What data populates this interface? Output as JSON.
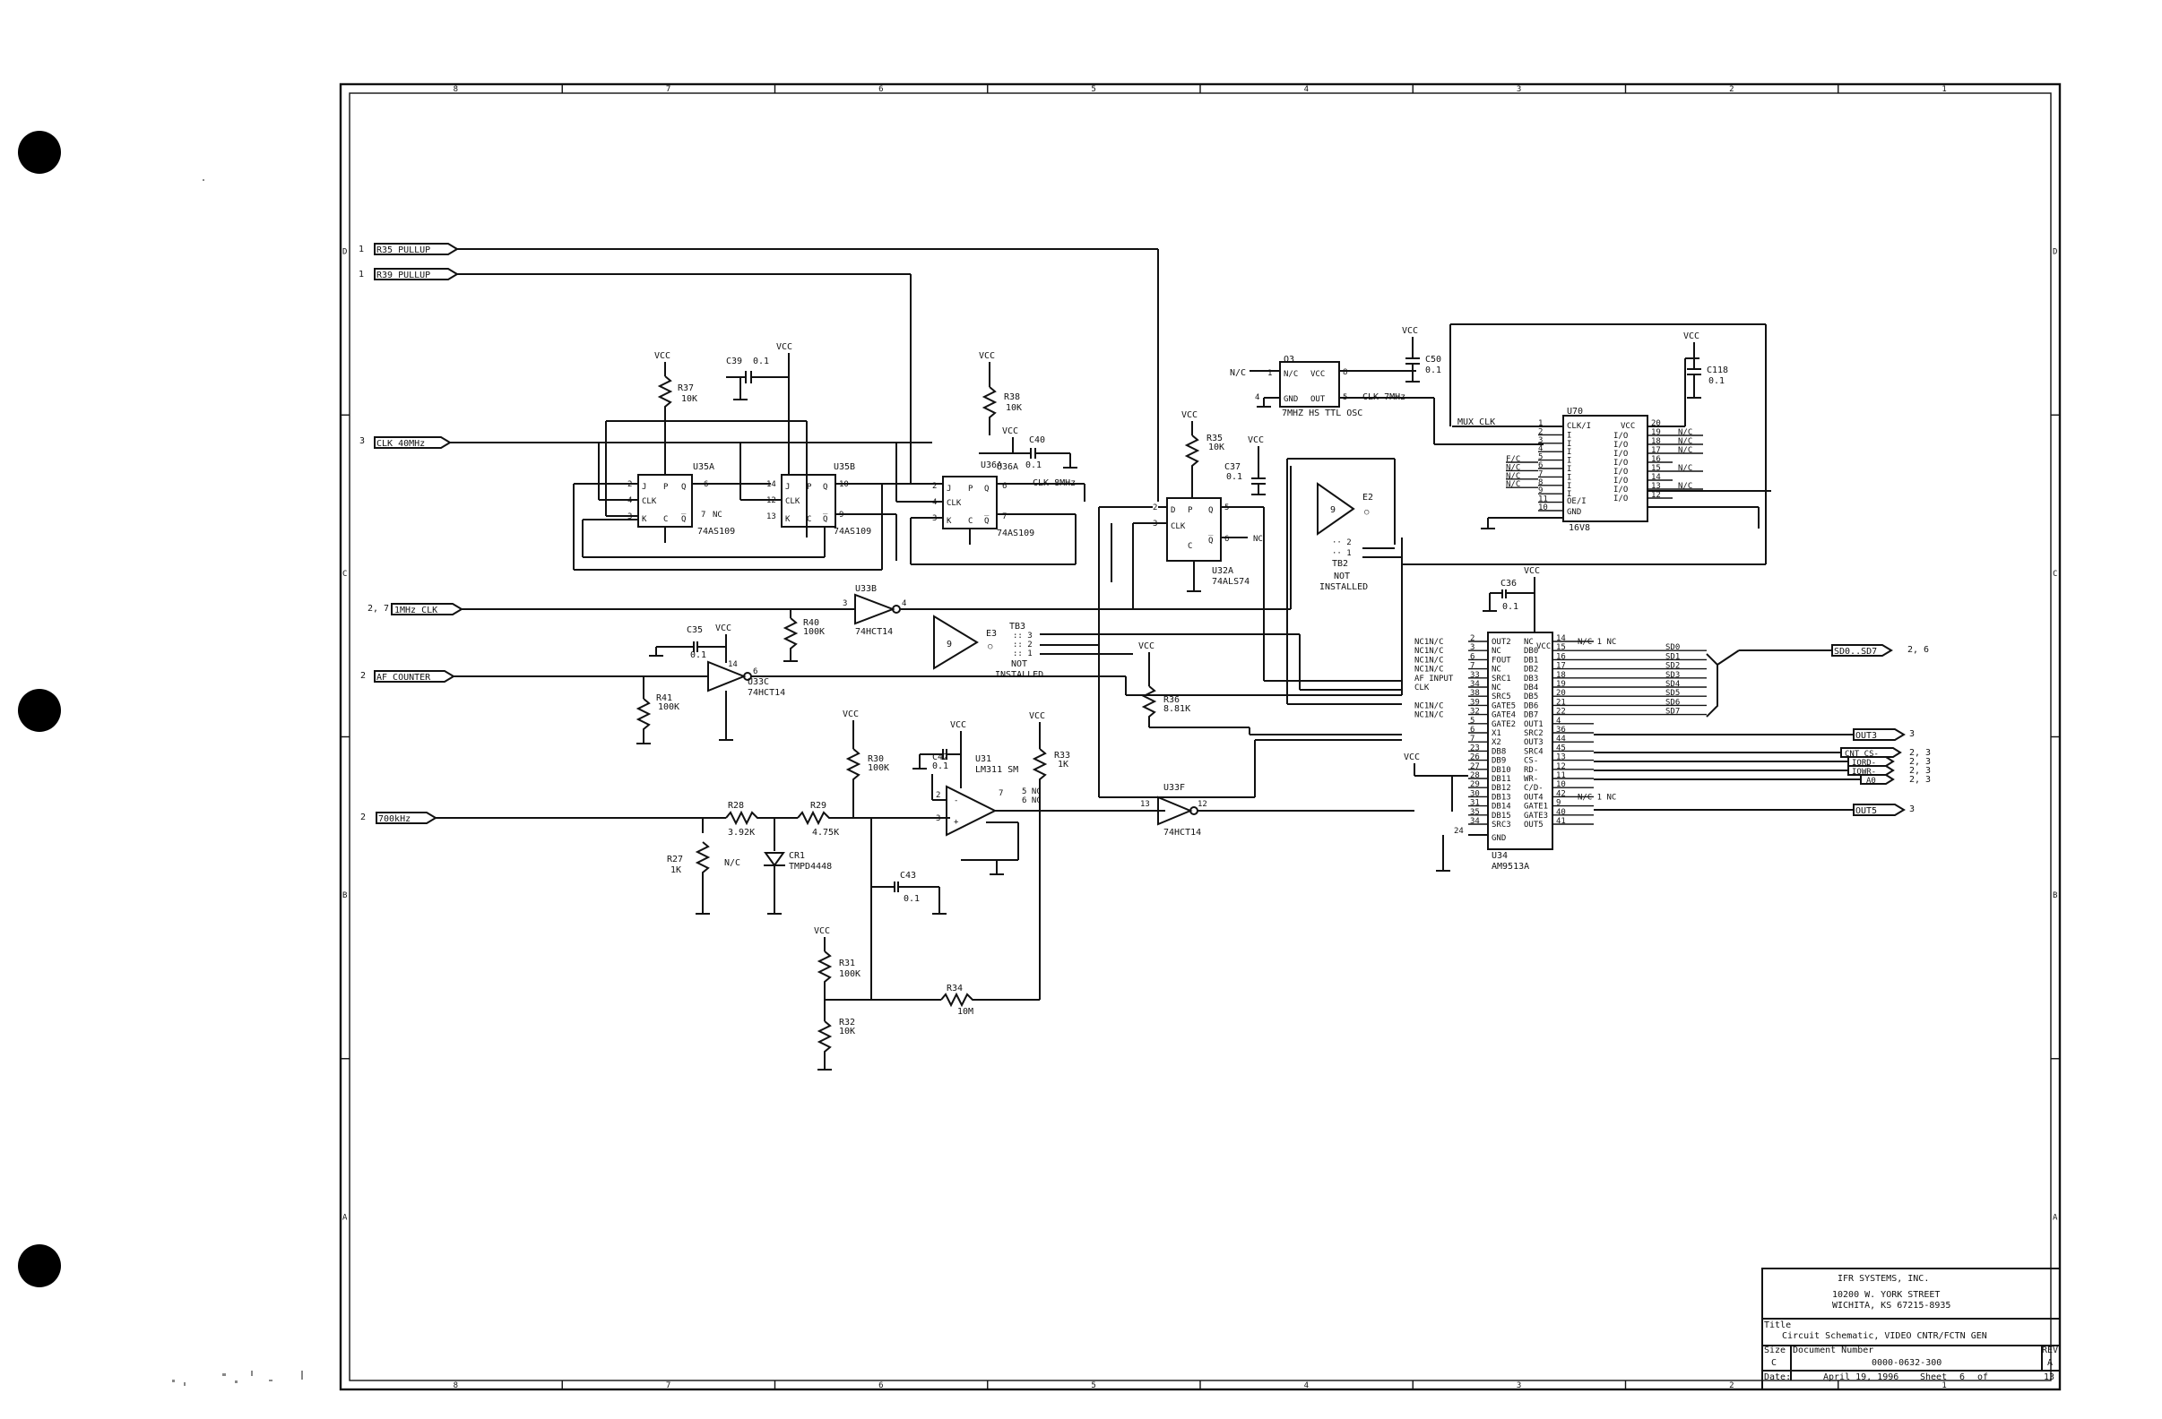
{
  "border": {
    "cols": [
      "8",
      "7",
      "6",
      "5",
      "4",
      "3",
      "2",
      "1"
    ],
    "rows": [
      "D",
      "C",
      "B",
      "A"
    ]
  },
  "offsheet": {
    "r35": {
      "num": "1",
      "label": "R35 PULLUP"
    },
    "r39": {
      "num": "1",
      "label": "R39 PULLUP"
    },
    "clk40": {
      "num": "3",
      "label": "CLK 40MHz"
    },
    "mhz1": {
      "num": "2, 7",
      "label": "1MHz CLK"
    },
    "af": {
      "num": "2",
      "label": "AF COUNTER"
    },
    "k700": {
      "num": "2",
      "label": "700kHz"
    },
    "sd": {
      "label": "SD0..SD7",
      "num": "2, 6"
    },
    "out3": {
      "label": "OUT3",
      "num": "3"
    },
    "cnt_cs": {
      "label": "CNT CS-",
      "num": "2, 3"
    },
    "ior": {
      "label": "IORD-",
      "num": "2, 3"
    },
    "iow": {
      "label": "IOWR-",
      "num": "2, 3"
    },
    "a0": {
      "label": "A0",
      "num": "2, 3"
    },
    "out5": {
      "label": "OUT5",
      "num": "3"
    }
  },
  "parts": {
    "vcc": "VCC",
    "r37": {
      "ref": "R37",
      "val": "10K"
    },
    "c39": {
      "ref": "C39",
      "val": "0.1"
    },
    "r38": {
      "ref": "R38",
      "val": "10K"
    },
    "c40": {
      "ref": "C40",
      "val": "0.1"
    },
    "u35a": {
      "ref": "U35A",
      "type": "74AS109"
    },
    "u35b": {
      "ref": "U35B",
      "type": "74AS109"
    },
    "u36a": {
      "ref": "U36A",
      "type": "74AS109"
    },
    "clk8": "CLK 8MHz",
    "r35": {
      "ref": "R35",
      "val": "10K"
    },
    "c37": {
      "ref": "C37",
      "val": "0.1"
    },
    "u32a": {
      "ref": "U32A",
      "type": "74ALS74"
    },
    "nc": "NC",
    "q3": {
      "ref": "Q3",
      "nc": "N/C",
      "vcc": "VCC",
      "gnd": "GND",
      "out": "OUT",
      "desc": "7MHZ HS TTL OSC",
      "clk": "CLK 7MHz"
    },
    "c50": {
      "ref": "C50",
      "val": "0.1"
    },
    "c118": {
      "ref": "C118",
      "val": "0.1"
    },
    "e2": {
      "ref": "E2",
      "num": "9"
    },
    "e2_jumper": {
      "ref": "TB2",
      "note1": "NOT",
      "note2": "INSTALLED"
    },
    "u70": {
      "ref": "U70",
      "type": "16V8",
      "clk": "CLK/I",
      "vcc": "VCC",
      "oe": "OE/I",
      "gnd": "GND",
      "io": "I/O",
      "i": "I",
      "nc": "N/C",
      "muxclk": "MUX CLK"
    },
    "c36": {
      "ref": "C36",
      "val": "0.1"
    },
    "u33b": {
      "ref": "U33B",
      "type": "74HCT14"
    },
    "r40": {
      "ref": "R40",
      "val": "100K"
    },
    "e3": {
      "ref": "E3",
      "num": "9"
    },
    "e3_jumper": {
      "ref": "TB3",
      "note1": "NOT",
      "note2": "INSTALLED"
    },
    "c35": {
      "ref": "C35",
      "val": "0.1"
    },
    "u33c": {
      "ref": "U33C",
      "type": "74HCT14"
    },
    "r41": {
      "ref": "R41",
      "val": "100K"
    },
    "r36": {
      "ref": "R36",
      "val": "8.81K"
    },
    "r28": {
      "ref": "R28",
      "val": "3.92K"
    },
    "r29": {
      "ref": "R29",
      "val": "4.75K"
    },
    "r27": {
      "ref": "R27",
      "val": "1K"
    },
    "cr1": {
      "ref": "CR1",
      "type": "TMPD4448",
      "nc": "N/C"
    },
    "r30": {
      "ref": "R30",
      "val": "100K"
    },
    "c42": {
      "ref": "C42",
      "val": "0.1"
    },
    "u31": {
      "ref": "U31",
      "type": "LM311 SM"
    },
    "r33": {
      "ref": "R33",
      "val": "1K"
    },
    "c43": {
      "ref": "C43",
      "val": "0.1"
    },
    "u33f": {
      "ref": "U33F",
      "type": "74HCT14"
    },
    "r31": {
      "ref": "R31",
      "val": "100K"
    },
    "r32": {
      "ref": "R32",
      "val": "10K"
    },
    "r34": {
      "ref": "R34",
      "val": "10M"
    },
    "u34": {
      "ref": "U34",
      "type": "AM9513A",
      "gnd": "GND"
    }
  },
  "u34_left": [
    {
      "pre": "NC1N/C",
      "pin": "2",
      "name": "OUT2"
    },
    {
      "pre": "NC1N/C",
      "pin": "3",
      "name": "NC"
    },
    {
      "pre": "NC1N/C",
      "pin": "6",
      "name": "FOUT"
    },
    {
      "pre": "NC1N/C",
      "pin": "7",
      "name": "NC"
    },
    {
      "pre": "AF INPUT",
      "pin": "33",
      "name": "SRC1"
    },
    {
      "pre": "CLK",
      "pin": "34",
      "name": "NC"
    },
    {
      "pre": "",
      "pin": "38",
      "name": "SRC5"
    },
    {
      "pre": "NC1N/C",
      "pin": "39",
      "name": "GATE5"
    },
    {
      "pre": "NC1N/C",
      "pin": "32",
      "name": "GATE4"
    },
    {
      "pre": "",
      "pin": "5",
      "name": "GATE2"
    },
    {
      "pre": "",
      "pin": "6",
      "name": "X1"
    },
    {
      "pre": "",
      "pin": "7",
      "name": "X2"
    },
    {
      "pre": "",
      "pin": "23",
      "name": "DB8"
    },
    {
      "pre": "",
      "pin": "26",
      "name": "DB9"
    },
    {
      "pre": "",
      "pin": "27",
      "name": "DB10"
    },
    {
      "pre": "",
      "pin": "28",
      "name": "DB11"
    },
    {
      "pre": "",
      "pin": "29",
      "name": "DB12"
    },
    {
      "pre": "",
      "pin": "30",
      "name": "DB13"
    },
    {
      "pre": "",
      "pin": "31",
      "name": "DB14"
    },
    {
      "pre": "",
      "pin": "35",
      "name": "DB15"
    },
    {
      "pre": "",
      "pin": "34",
      "name": "SRC3"
    }
  ],
  "u34_right": [
    {
      "name": "NC",
      "pin": "14",
      "post": "N/C 1 NC"
    },
    {
      "name": "DB0",
      "pin": "15",
      "post": "SD0"
    },
    {
      "name": "DB1",
      "pin": "16",
      "post": "SD1"
    },
    {
      "name": "DB2",
      "pin": "17",
      "post": "SD2"
    },
    {
      "name": "DB3",
      "pin": "18",
      "post": "SD3"
    },
    {
      "name": "DB4",
      "pin": "19",
      "post": "SD4"
    },
    {
      "name": "DB5",
      "pin": "20",
      "post": "SD5"
    },
    {
      "name": "DB6",
      "pin": "21",
      "post": "SD6"
    },
    {
      "name": "DB7",
      "pin": "22",
      "post": "SD7"
    },
    {
      "name": "OUT1",
      "pin": "4",
      "post": ""
    },
    {
      "name": "SRC2",
      "pin": "36",
      "post": ""
    },
    {
      "name": "OUT3",
      "pin": "44",
      "post": ""
    },
    {
      "name": "SRC4",
      "pin": "45",
      "post": ""
    },
    {
      "name": "CS-",
      "pin": "13",
      "post": ""
    },
    {
      "name": "RD-",
      "pin": "12",
      "post": ""
    },
    {
      "name": "WR-",
      "pin": "11",
      "post": ""
    },
    {
      "name": "C/D-",
      "pin": "10",
      "post": ""
    },
    {
      "name": "OUT4",
      "pin": "42",
      "post": "N/C 1 NC"
    },
    {
      "name": "GATE1",
      "pin": "9",
      "post": ""
    },
    {
      "name": "GATE3",
      "pin": "40",
      "post": ""
    },
    {
      "name": "OUT5",
      "pin": "41",
      "post": ""
    }
  ],
  "u70_pins_left": [
    "1",
    "2",
    "3",
    "4",
    "5",
    "6",
    "7",
    "8",
    "9",
    "11",
    "10"
  ],
  "u70_pins_right": [
    {
      "pin": "20",
      "name": "VCC",
      "nc": ""
    },
    {
      "pin": "19",
      "name": "I/O",
      "nc": "N/C"
    },
    {
      "pin": "18",
      "name": "I/O",
      "nc": "N/C"
    },
    {
      "pin": "17",
      "name": "I/O",
      "nc": "N/C"
    },
    {
      "pin": "16",
      "name": "I/O",
      "nc": ""
    },
    {
      "pin": "15",
      "name": "I/O",
      "nc": "N/C"
    },
    {
      "pin": "14",
      "name": "I/O",
      "nc": ""
    },
    {
      "pin": "13",
      "name": "I/O",
      "nc": "N/C"
    },
    {
      "pin": "12",
      "name": "I/O",
      "nc": ""
    }
  ],
  "u70_nc_left": [
    "F/C",
    "N/C",
    "N/C",
    "N/C"
  ],
  "titleblock": {
    "company": "IFR SYSTEMS, INC.",
    "street": "10200 W. YORK STREET",
    "city": "WICHITA, KS 67215-8935",
    "title_label": "Title",
    "title": "Circuit Schematic, VIDEO CNTR/FCTN GEN",
    "size_label": "Size",
    "size": "C",
    "docnum_label": "Document Number",
    "docnum": "0000-0632-300",
    "rev_label": "REV",
    "rev": "A",
    "date_label": "Date:",
    "date": "April 19, 1996",
    "sheet_label": "Sheet",
    "sheet": "6",
    "of_label": "of",
    "of": "13"
  }
}
